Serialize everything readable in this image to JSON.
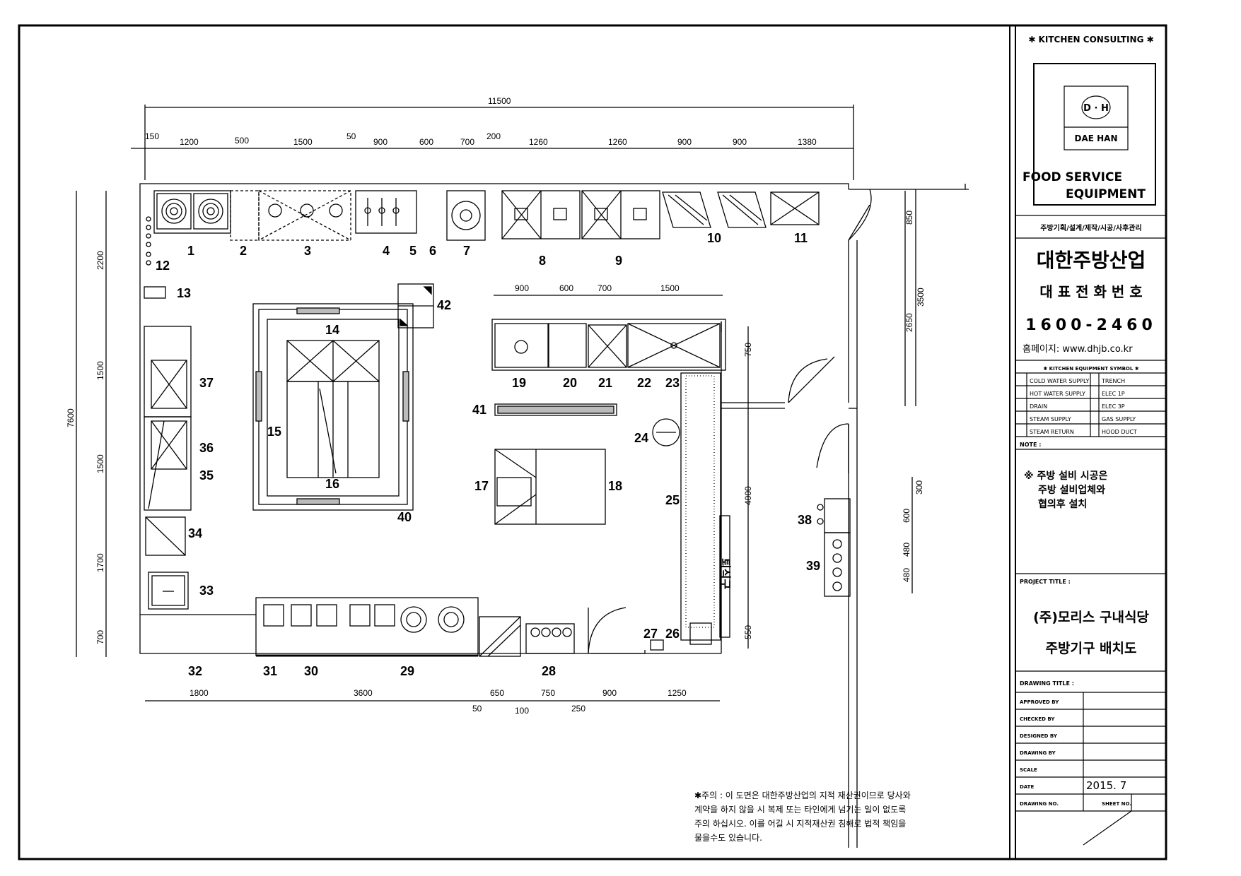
{
  "drawing": {
    "top_dims": [
      "150",
      "1200",
      "500",
      "1500",
      "50",
      "900",
      "600",
      "700",
      "200",
      "1260",
      "1260",
      "900",
      "900",
      "1380"
    ],
    "overall_width": "11500",
    "left_dims": [
      "2200",
      "1500",
      "1500",
      "1700",
      "700"
    ],
    "overall_height": "7600",
    "bottom_dims": [
      "1800",
      "3600",
      "50",
      "650",
      "100",
      "750",
      "250",
      "900",
      "1250"
    ],
    "right_dims_outer": [
      "850",
      "3500"
    ],
    "right_dims_inner": [
      "2650"
    ],
    "island_dims": [
      "900",
      "600",
      "700",
      "1500"
    ],
    "island_side_dims": [
      "750",
      "4000",
      "550"
    ],
    "door_side_dims": [
      "300",
      "600",
      "480",
      "480"
    ],
    "serving_label": "퇴식구",
    "equipment_numbers": [
      "1",
      "2",
      "3",
      "4",
      "5",
      "6",
      "7",
      "8",
      "9",
      "10",
      "11",
      "12",
      "13",
      "14",
      "15",
      "16",
      "17",
      "18",
      "19",
      "20",
      "21",
      "22",
      "23",
      "24",
      "25",
      "26",
      "27",
      "28",
      "29",
      "30",
      "31",
      "32",
      "33",
      "34",
      "35",
      "36",
      "37",
      "38",
      "39",
      "40",
      "41",
      "42"
    ]
  },
  "title_block": {
    "header": "✱ KITCHEN CONSULTING ✱",
    "logo_mark": "D · H",
    "logo_name": "DAE HAN",
    "tagline_1": "FOOD SERVICE",
    "tagline_2": "EQUIPMENT",
    "services": "주방기획/설계/제작/시공/사후관리",
    "company": "대한주방산업",
    "phone_label": "대 표 전 화 번 호",
    "phone": "1600-2460",
    "homepage": "홈페이지: www.dhjb.co.kr",
    "symbol_header": "✱ KITCHEN EQUIPMENT SYMBOL ✱",
    "symbols": [
      {
        "left": "COLD WATER SUPPLY",
        "right": "TRENCH"
      },
      {
        "left": "HOT WATER SUPPLY",
        "right": "ELEC 1P"
      },
      {
        "left": "DRAIN",
        "right": "ELEC 3P"
      },
      {
        "left": "STEAM SUPPLY",
        "right": "GAS SUPPLY"
      },
      {
        "left": "STEAM RETURN",
        "right": "HOOD DUCT"
      }
    ],
    "note_label": "NOTE :",
    "note_lines": [
      "※ 주방 설비 시공은",
      "주방 설비업체와",
      "협의후 설치"
    ],
    "project_label": "PROJECT TITLE :",
    "project_1": "(주)모리스 구내식당",
    "project_2": "주방기구 배치도",
    "drawing_title_label": "DRAWING TITLE :",
    "rows": [
      {
        "label": "APPROVED BY",
        "value": ""
      },
      {
        "label": "CHECKED BY",
        "value": ""
      },
      {
        "label": "DESIGNED BY",
        "value": ""
      },
      {
        "label": "DRAWING BY",
        "value": ""
      },
      {
        "label": "SCALE",
        "value": ""
      },
      {
        "label": "DATE",
        "value": "2015. 7"
      }
    ],
    "drawing_no_label": "DRAWING NO.",
    "sheet_no_label": "SHEET NO."
  },
  "copyright_notice": [
    "✱주의 : 이 도면은 대한주방산업의 지적 재산권이므로 당사와",
    "계약을 하지 않을 시 복제 또는 타인에게 넘기는 일이 없도록",
    "주의 하십시오. 이를 어길 시 지적재산권 침해로 법적 책임을",
    "물을수도 있습니다."
  ]
}
